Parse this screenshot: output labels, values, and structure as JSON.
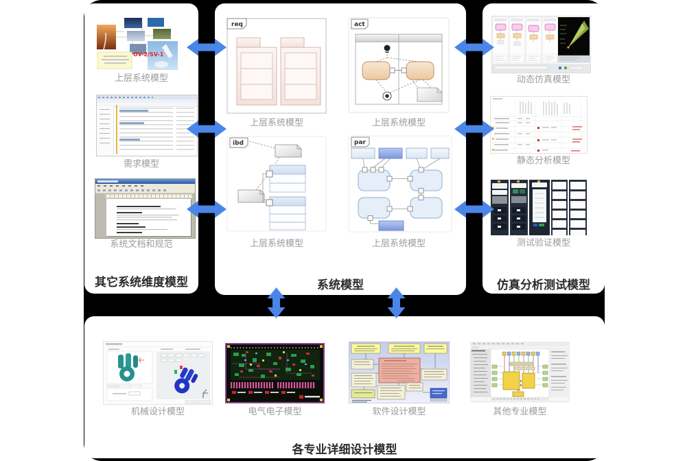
{
  "colors": {
    "backdrop": "#000000",
    "panel": "#ffffff",
    "arrow_blue": "#4a86e8",
    "title_text": "#2b2b2b",
    "caption_text": "#9b9b9b",
    "ov_label_red": "#e02820"
  },
  "icons": {
    "horizontal_sync": "double-headed-arrow-horizontal",
    "vertical_sync": "double-headed-arrow-vertical"
  },
  "left_panel": {
    "title": "其它系统维度模型",
    "items": [
      {
        "label": "上层系统模型",
        "overlay_text": "OV-2/SV-1",
        "image": "operational-view-collage"
      },
      {
        "label": "需求模型",
        "image": "requirements-table"
      },
      {
        "label": "系统文档和规范",
        "image": "word-document"
      }
    ]
  },
  "center_panel": {
    "title": "系统模型",
    "items": [
      {
        "tag": "req",
        "label": "上层系统模型"
      },
      {
        "tag": "act",
        "label": "上层系统模型"
      },
      {
        "tag": "ibd",
        "label": "上层系统模型"
      },
      {
        "tag": "par",
        "label": "上层系统模型"
      }
    ]
  },
  "right_panel": {
    "title": "仿真分析测试模型",
    "items": [
      {
        "label": "动态仿真模型",
        "image": "dynamic-simulation-screenshot"
      },
      {
        "label": "静态分析模型",
        "image": "static-analysis-table"
      },
      {
        "label": "测试验证模型",
        "image": "test-rack-photo"
      }
    ]
  },
  "bottom_panel": {
    "title": "各专业详细设计模型",
    "items": [
      {
        "label": "机械设计模型",
        "image": "mechanical-cad-screenshot"
      },
      {
        "label": "电气电子模型",
        "image": "pcb-layout-screenshot"
      },
      {
        "label": "软件设计模型",
        "image": "software-uml-diagram"
      },
      {
        "label": "其他专业模型",
        "image": "other-discipline-tool-screenshot"
      }
    ]
  }
}
